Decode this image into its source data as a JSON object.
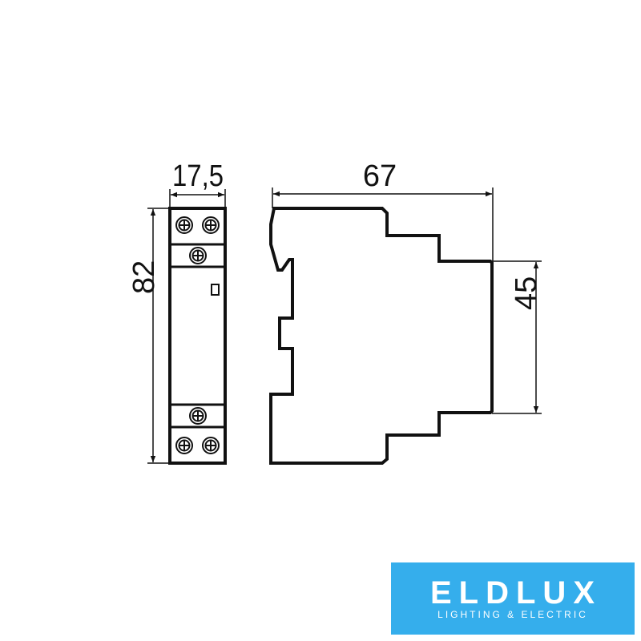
{
  "dimensions": {
    "width": "17,5",
    "height": "82",
    "depth": "67",
    "front_height": "45"
  },
  "logo": {
    "brand": "ELDLUX",
    "tagline": "LIGHTING & ELECTRIC",
    "color": "#35aeec"
  }
}
